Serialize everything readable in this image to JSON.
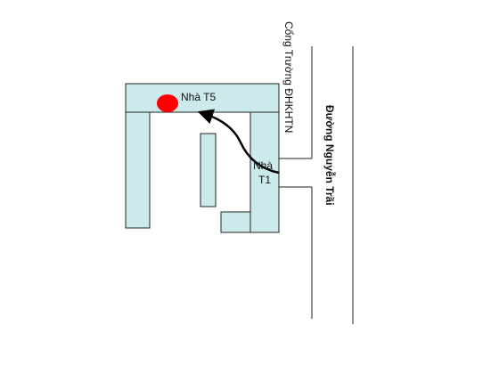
{
  "labels": {
    "building_t5": "Nhà T5",
    "building_t1_line1": "Nhà",
    "building_t1_line2": "T1",
    "gate": "Cổng Trường ĐHKHTN",
    "street": "Đường Nguyễn Trãi"
  },
  "colors": {
    "building_fill": "#cce9ec",
    "marker": "#ff0000",
    "outline": "#222222"
  },
  "icons": {
    "destination_marker": "red-dot-marker",
    "route": "curved-arrow"
  }
}
